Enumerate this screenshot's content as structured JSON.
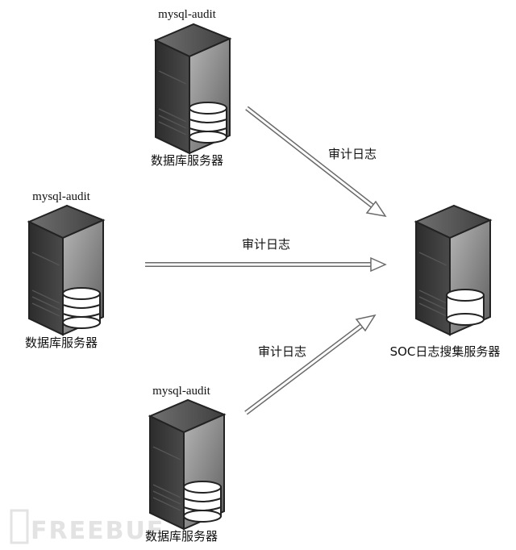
{
  "servers": [
    {
      "top_label": "mysql-audit",
      "bottom_label": "数据库服务器"
    },
    {
      "top_label": "mysql-audit",
      "bottom_label": "数据库服务器"
    },
    {
      "top_label": "mysql-audit",
      "bottom_label": "数据库服务器"
    }
  ],
  "soc_server": {
    "label": "SOC日志搜集服务器"
  },
  "arrows": [
    {
      "label": "审计日志"
    },
    {
      "label": "审计日志"
    },
    {
      "label": "审计日志"
    }
  ],
  "watermark": {
    "text": "FREEBUF"
  },
  "icons": {
    "server": "server-tower-icon",
    "database": "database-cylinder-icon"
  },
  "colors": {
    "server_dark": "#3a3a3a",
    "server_light": "#9a9a9a",
    "arrow_fill": "#ffffff",
    "arrow_stroke": "#6a6a6a"
  }
}
